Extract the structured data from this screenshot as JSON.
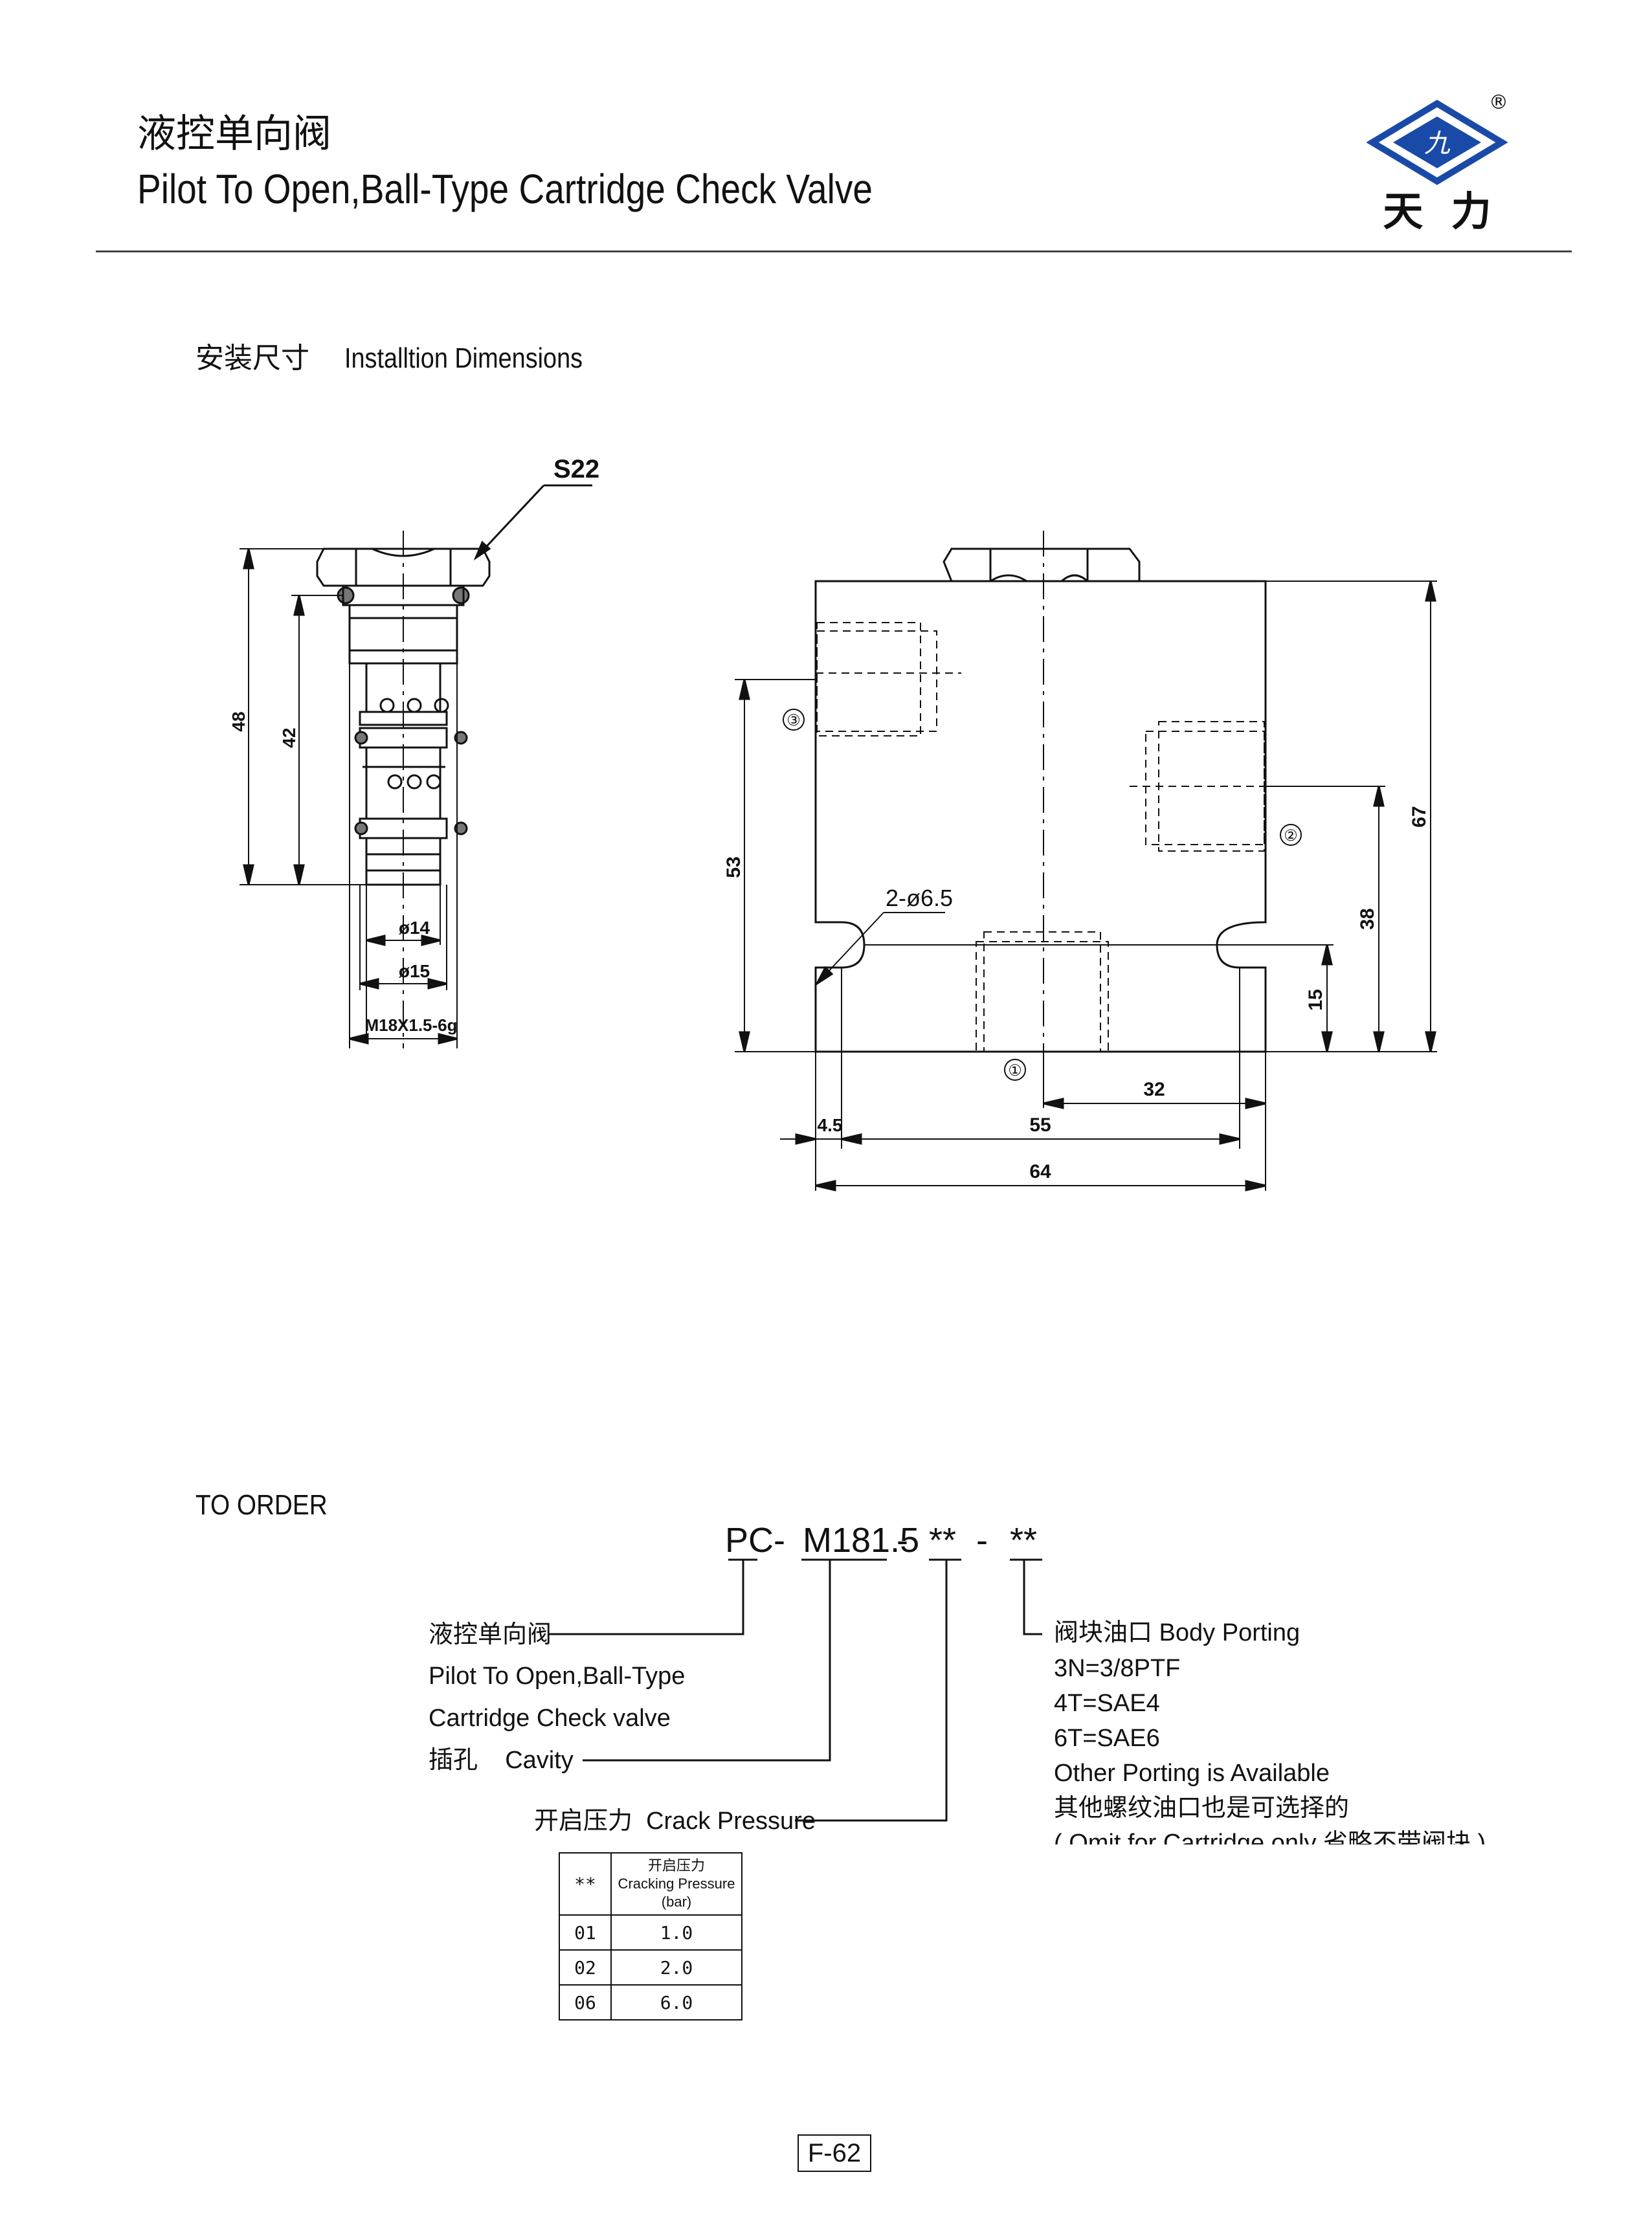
{
  "header": {
    "title_cn": "液控单向阀",
    "title_en": "Pilot To Open,Ball-Type Cartridge Check Valve",
    "logo_text": "天  力",
    "logo_mark": "®"
  },
  "install": {
    "label_cn": "安装尺寸",
    "label_en": "Installtion Dimensions"
  },
  "cartridge_dims": {
    "hex": "S22",
    "overall": "48",
    "body": "42",
    "dia1": "ø14",
    "dia2": "ø15",
    "thread": "M18X1.5-6g"
  },
  "block_dims": {
    "height_left": "53",
    "height_right": "67",
    "h38": "38",
    "h15": "15",
    "w32": "32",
    "w4_5": "4.5",
    "w55": "55",
    "w64": "64",
    "holes": "2-ø6.5",
    "port1": "①",
    "port2": "②",
    "port3": "③"
  },
  "order": {
    "heading": "TO ORDER",
    "code_1": "PC-",
    "code_2": "M181.5",
    "code_3": "-",
    "code_4": "**",
    "code_5": "-",
    "code_6": "**",
    "desc_cn": "液控单向阀",
    "desc_en1": "Pilot To Open,Ball-Type",
    "desc_en2": "Cartridge Check valve",
    "cavity": "插孔    Cavity",
    "crack": "开启压力  Crack Pressure",
    "porting_title": "阀块油口 Body Porting",
    "porting_1": "3N=3/8PTF",
    "porting_2": "4T=SAE4",
    "porting_3": "6T=SAE6",
    "porting_4": "Other Porting is Available",
    "porting_5": "其他螺纹油口也是可选择的",
    "porting_6": "( Omit for Cartridge only 省略不带阀块 )"
  },
  "pressure_table": {
    "col1": "**",
    "col2_cn": "开启压力",
    "col2_en": "Cracking Pressure",
    "col2_unit": "(bar)",
    "rows": [
      {
        "code": "01",
        "value": "1.0"
      },
      {
        "code": "02",
        "value": "2.0"
      },
      {
        "code": "06",
        "value": "6.0"
      }
    ]
  },
  "page_number": "F-62"
}
